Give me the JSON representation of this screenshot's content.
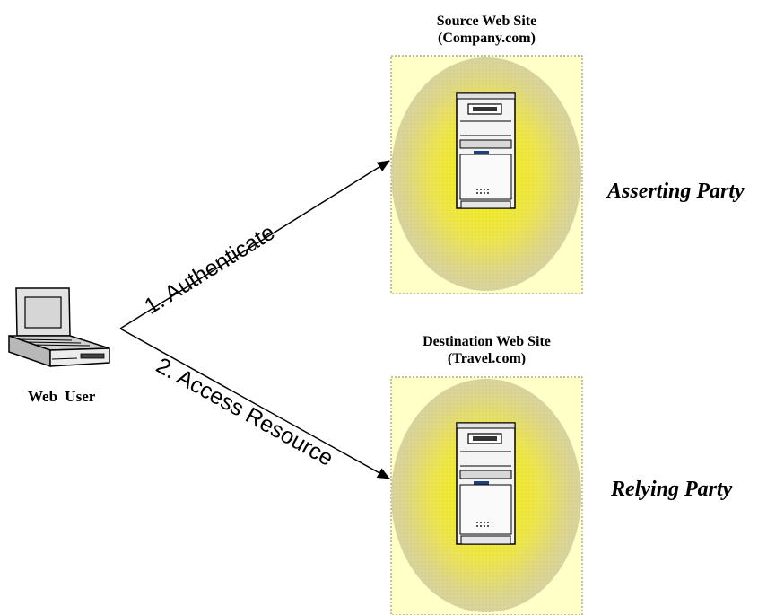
{
  "source_site": {
    "title": "Source Web Site",
    "domain": "(Company.com)",
    "role": "Asserting Party"
  },
  "destination_site": {
    "title": "Destination Web Site",
    "domain": "(Travel.com)",
    "role": "Relying Party"
  },
  "user": {
    "label": "Web  User"
  },
  "steps": [
    {
      "label": "1.  Authenticate"
    },
    {
      "label": "2. Access Resource"
    }
  ],
  "colors": {
    "site_background": "#ffffc8",
    "site_glow": "#e8e05a",
    "line": "#000000"
  }
}
